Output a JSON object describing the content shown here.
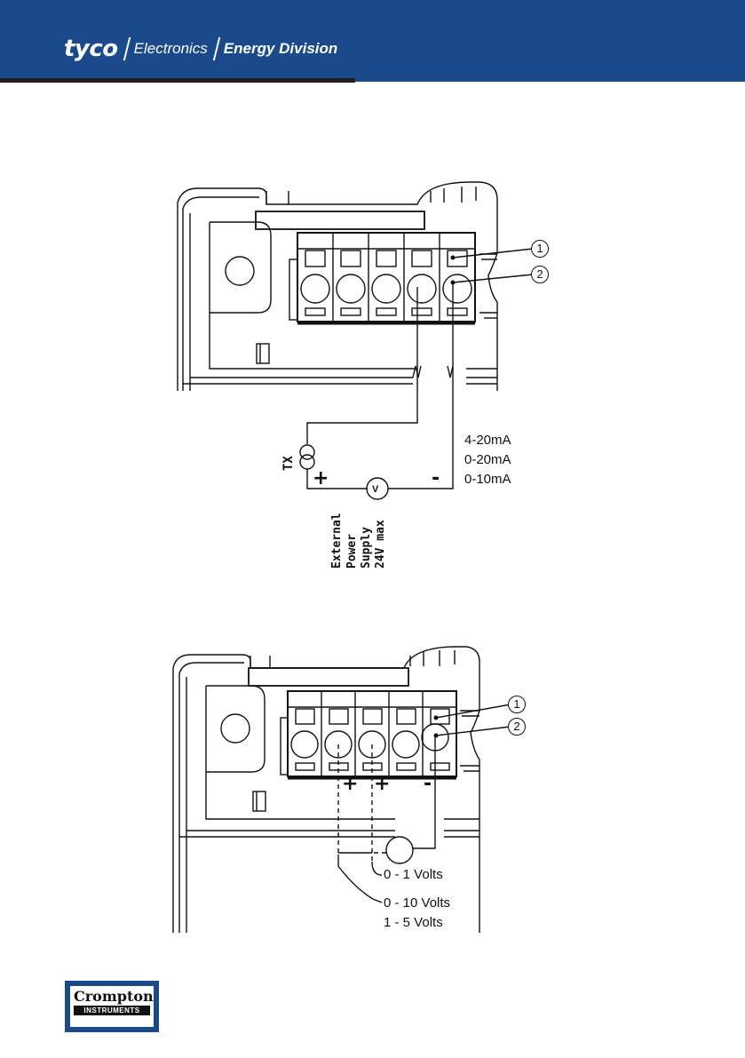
{
  "header": {
    "brand": "tyco",
    "division_1": "Electronics",
    "division_2": "Energy Division"
  },
  "diagram_current": {
    "callouts": [
      "1",
      "2"
    ],
    "transmitter_label": "TX",
    "plus_sign": "+",
    "minus_sign": "-",
    "meter_symbol": "V",
    "supply_lines": [
      "External",
      "Power",
      "Supply",
      "24V max"
    ],
    "ranges": [
      "4-20mA",
      "0-20mA",
      "0-10mA"
    ]
  },
  "diagram_voltage": {
    "callouts": [
      "1",
      "2"
    ],
    "plus_sign": "+",
    "minus_sign": "-",
    "range_low": "0 - 1 Volts",
    "range_high": [
      "0 - 10 Volts",
      "1 - 5 Volts"
    ]
  },
  "footer": {
    "logo_name": "Crompton",
    "logo_sub": "INSTRUMENTS"
  }
}
